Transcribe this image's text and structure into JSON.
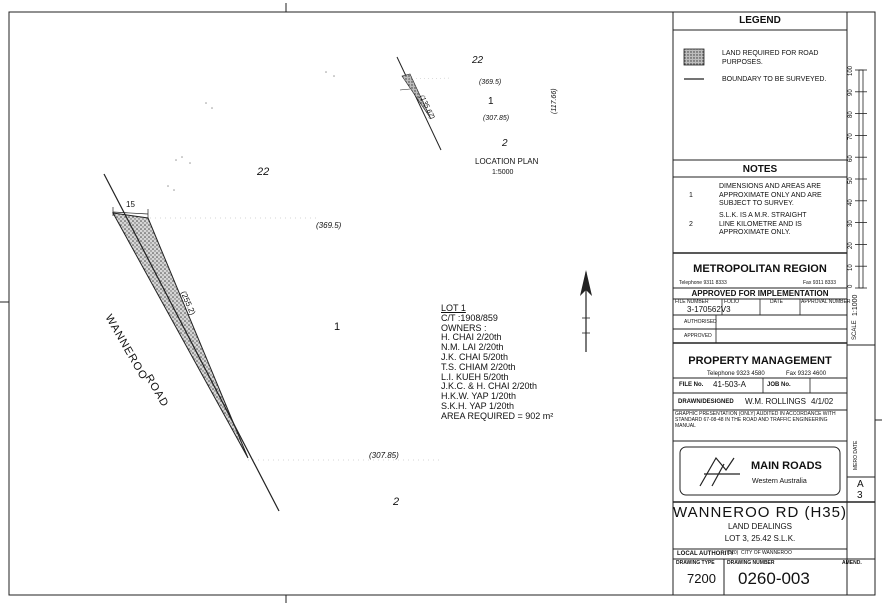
{
  "plan": {
    "big_lot_22": "22",
    "big_lot_1": "1",
    "big_lot_2": "2",
    "dim_369": "(369.5)",
    "dim_307": "(307.85)",
    "dim_15": "15",
    "dim_diag": "(255.2)",
    "road_name": [
      "WANNEROO",
      "ROAD"
    ]
  },
  "lot_info": {
    "lines": [
      "LOT 1",
      "C/T :1908/859",
      "OWNERS :",
      "H. CHAI 2/20th",
      "N.M. LAI 2/20th",
      "J.K. CHAI 5/20th",
      "T.S. CHIAM  2/20th",
      "L.I. KUEH  5/20th",
      "J.K.C. &  H. CHAI 2/20th",
      "H.K.W. YAP  1/20th",
      "S.K.H. YAP  1/20th",
      "AREA  REQUIRED = 902  m²"
    ]
  },
  "location_plan": {
    "lot_22": "22",
    "dim_369": "(369.5)",
    "dim_135": "(135.67)",
    "lot_1": "1",
    "dim_117": "(117.66)",
    "dim_307": "(307.85)",
    "lot_2": "2",
    "title": "LOCATION PLAN",
    "scale": "1:5000"
  },
  "legend": {
    "title": "LEGEND",
    "items": [
      {
        "text": "LAND REQUIRED FOR ROAD PURPOSES."
      },
      {
        "text": "BOUNDARY TO BE SURVEYED."
      }
    ]
  },
  "notes": {
    "title": "NOTES",
    "items": [
      {
        "num": "1",
        "text": "DIMENSIONS AND AREAS ARE APPROXIMATE ONLY AND ARE SUBJECT TO SURVEY."
      },
      {
        "num": "2",
        "text": "S.L.K. IS A  M.R. STRAIGHT LINE KILOMETRE AND IS APPROXIMATE ONLY."
      }
    ]
  },
  "scale_bar": {
    "ticks": [
      "100",
      "90",
      "80",
      "70",
      "60",
      "50",
      "40",
      "30",
      "20",
      "10",
      "0"
    ],
    "scale_label": "SCALE",
    "scale_value": "1:1000"
  },
  "region": {
    "title": "METROPOLITAN REGION",
    "telephone": "Telephone  9311 8333",
    "fax": "Fax  9311 8333",
    "approved_title": "APPROVED FOR IMPLEMENTATION",
    "file_number_label": "FILE NUMBER",
    "folio_label": "FOLIO",
    "date_label": "DATE",
    "approval_number_label": "APPROVAL NUMBER",
    "file_number_value": "3-170562V3",
    "authorised_label": "AUTHORISED",
    "approved_label": "APPROVED"
  },
  "property": {
    "title": "PROPERTY MANAGEMENT",
    "telephone": "Telephone  9323 4580",
    "fax": "Fax  9323 4600",
    "file_no_label": "FILE No.",
    "file_no_value": "41-503-A",
    "job_no_label": "JOB No.",
    "drawn_label": "DRAWN/DESIGNED",
    "drawn_value": "W.M. ROLLINGS",
    "drawn_date": "4/1/02",
    "graphic_note": "GRAPHIC PRESENTATION (ONLY) AUDITED IN ACCORDANCE WITH STANDARD 67-08-48 IN THE ROAD AND TRAFFIC ENGINEERING MANUAL"
  },
  "side": {
    "mero_date": "MERO DATE",
    "sheet_a": "A",
    "sheet_size": "3"
  },
  "main_roads": {
    "name": "MAIN ROADS",
    "state": "Western Australia"
  },
  "title_block": {
    "title": "WANNEROO RD (H35)",
    "subtitle": "LAND DEALINGS",
    "lot_line": "LOT 3, 25.42 S.L.K.",
    "local_authority_label": "LOCAL AUTHORITY",
    "local_authority_code": "(110)",
    "local_authority_value": "CITY OF WANNEROO",
    "drawing_type_label": "DRAWING TYPE",
    "drawing_type_value": "7200",
    "drawing_number_label": "DRAWING NUMBER",
    "drawing_number_value": "0260-003",
    "amend_label": "AMEND."
  }
}
